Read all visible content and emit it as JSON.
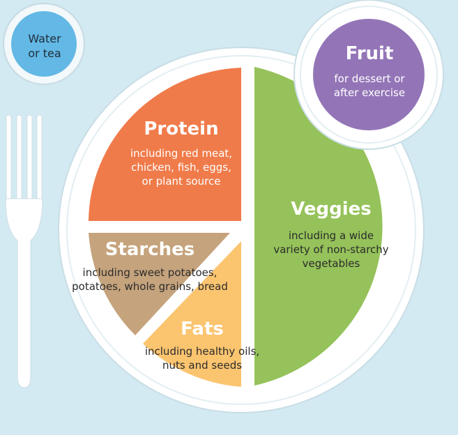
{
  "water": {
    "title": "Water\nor tea"
  },
  "fruit": {
    "title": "Fruit",
    "desc": "for dessert or\nafter exercise"
  },
  "protein": {
    "title": "Protein",
    "desc": "including red meat,\nchicken, fish, eggs,\nor plant source"
  },
  "veggies": {
    "title": "Veggies",
    "desc": "including a wide\nvariety of non-starchy\nvegetables"
  },
  "starches": {
    "title": "Starches",
    "desc": "including sweet potatoes,\npotatoes, whole grains, bread"
  },
  "fats": {
    "title": "Fats",
    "desc": "including healthy oils,\nnuts and seeds"
  },
  "colors": {
    "background": "#d3eaf3",
    "plate": "#ffffff",
    "protein": "#f07b4a",
    "veggies": "#95c25a",
    "starches": "#c5a37c",
    "fats": "#fbc46f",
    "fruit": "#9375b7",
    "water": "#63b8e5"
  },
  "icons": {
    "fork": "fork-icon",
    "water": "glass-icon"
  }
}
